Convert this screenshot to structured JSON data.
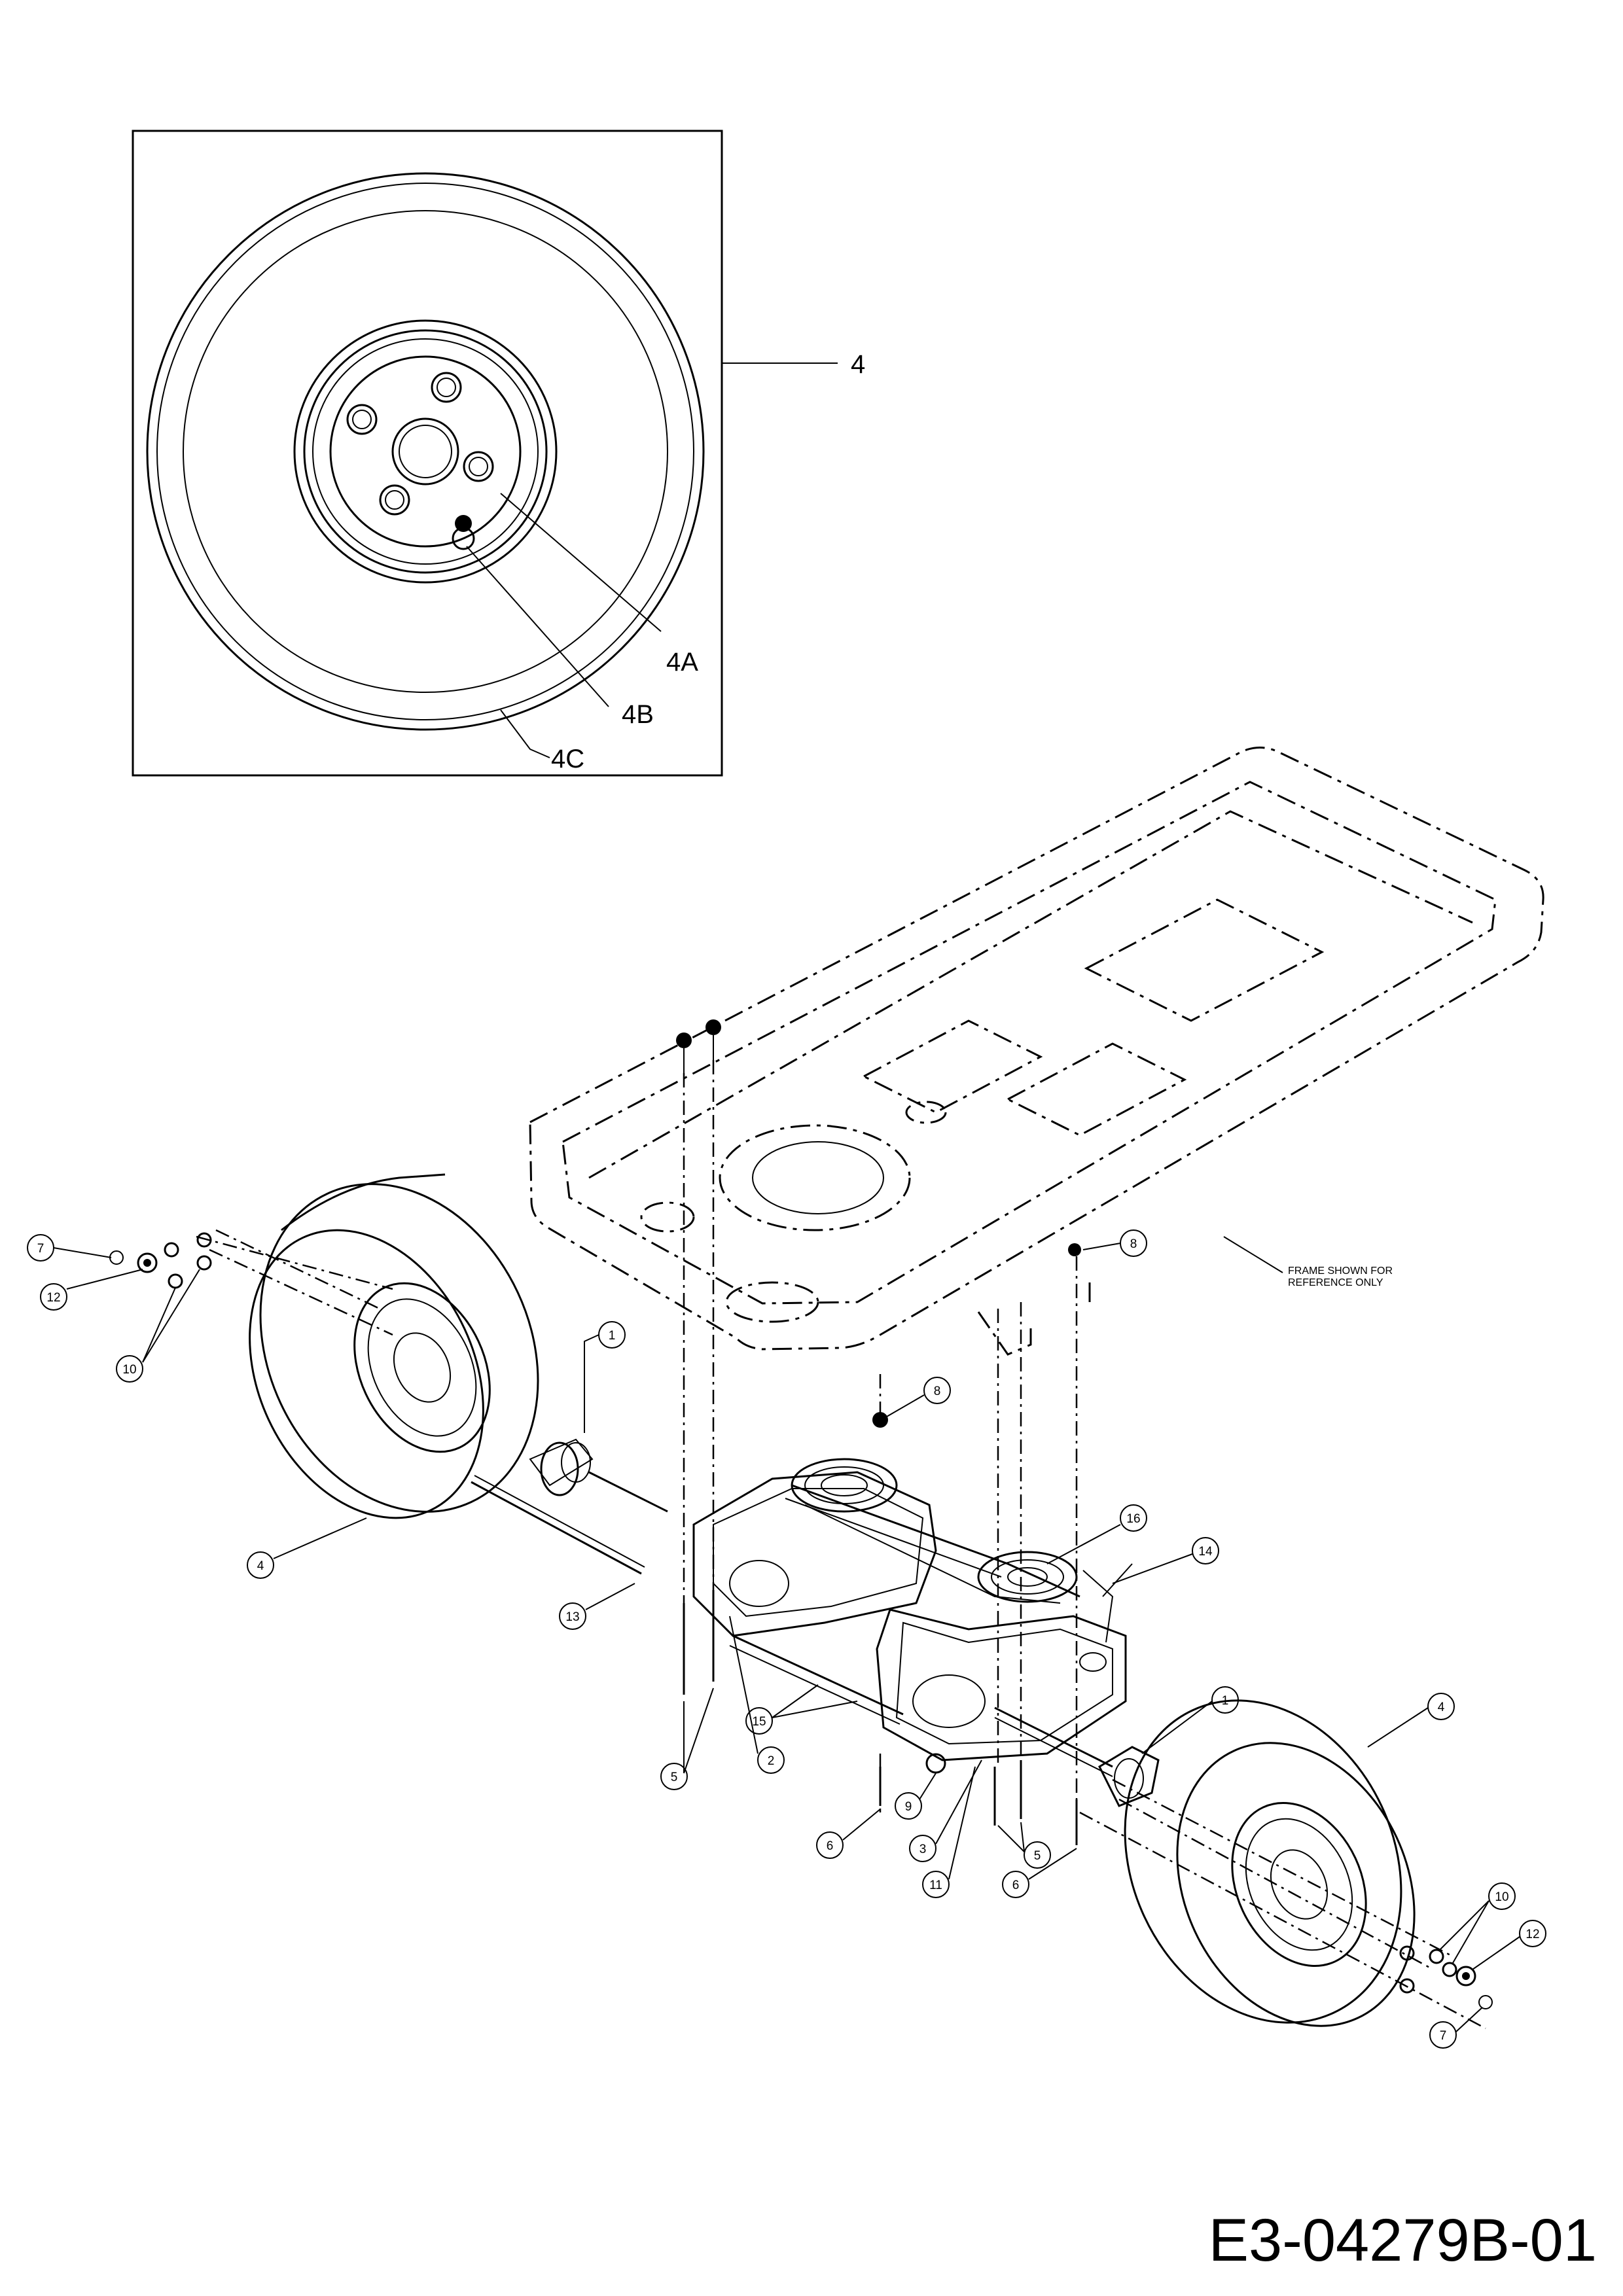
{
  "detail_view": {
    "callouts": {
      "wheel": "4",
      "valve_stem": "4A",
      "valve_hole": "4B",
      "tire": "4C"
    }
  },
  "frame_note": {
    "line1": "FRAME SHOWN FOR",
    "line2": "REFERENCE ONLY"
  },
  "part_bubbles": {
    "hub_left": "1",
    "hub_right": "1",
    "pulley_bolt": "2",
    "belt_idler": "3",
    "wheel_left": "4",
    "wheel_right": "4",
    "bolts_left": "5",
    "bolts_right": "5",
    "screw_left": "6",
    "screw_right": "6",
    "bolt_left": "7",
    "bolt_right": "7",
    "nut_frame": "8",
    "nut_trans": "8",
    "nut_lower": "9",
    "lugnuts_left": "10",
    "lugnuts_right": "10",
    "fitting": "11",
    "washer_left": "12",
    "washer_right": "12",
    "axle_rod": "13",
    "bracket": "14",
    "axles": "15",
    "drive_belt": "16"
  },
  "drawing_code": "E3-04279B-01"
}
